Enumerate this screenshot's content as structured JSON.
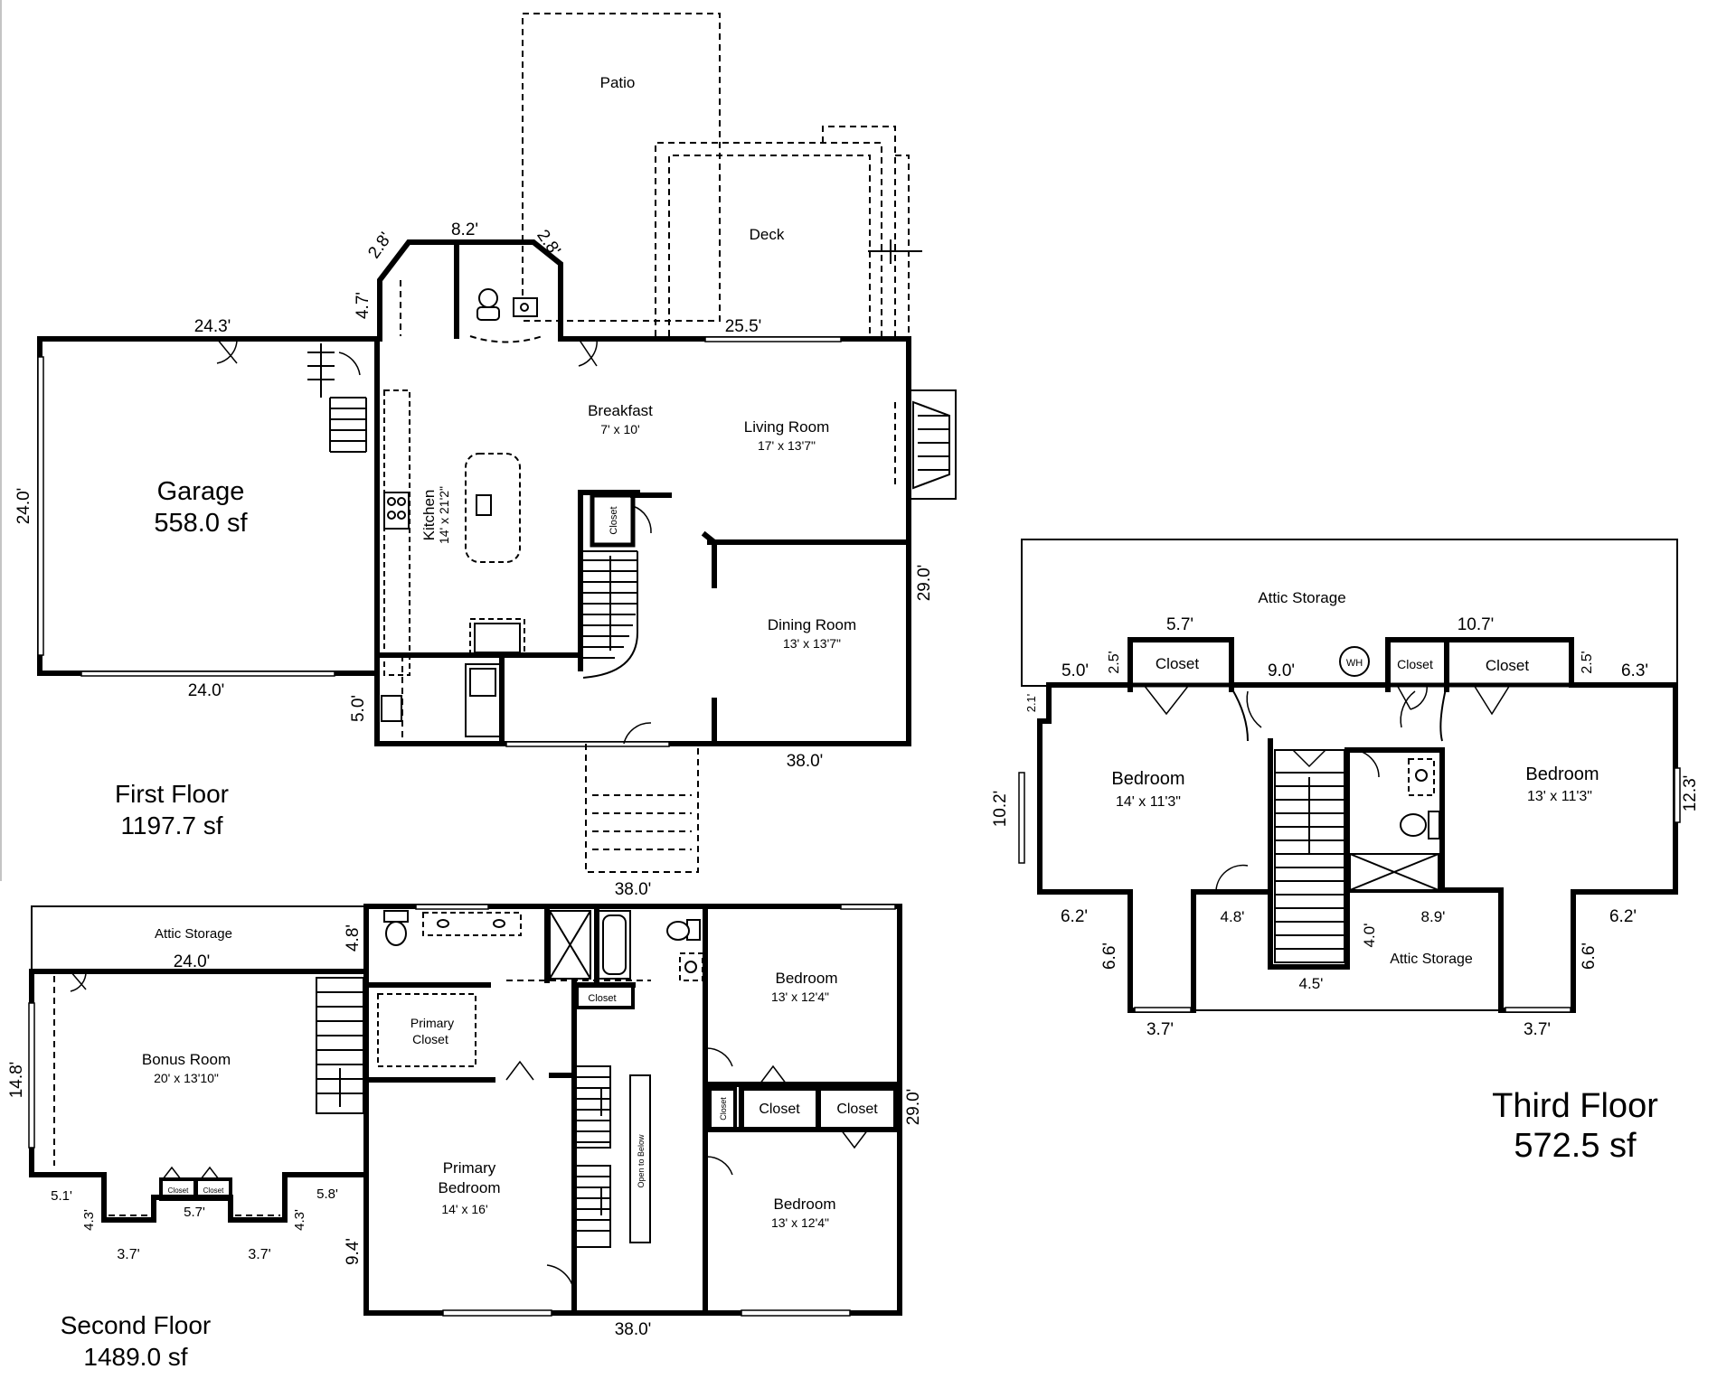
{
  "first_floor": {
    "title": "First Floor",
    "area": "1197.7 sf",
    "rooms": {
      "patio": "Patio",
      "deck": "Deck",
      "garage_name": "Garage",
      "garage_area": "558.0 sf",
      "breakfast_name": "Breakfast",
      "breakfast_size": "7' x 10'",
      "living_name": "Living Room",
      "living_size": "17' x 13'7\"",
      "kitchen_name": "Kitchen",
      "kitchen_size": "14' x 21'2\"",
      "closet": "Closet",
      "dining_name": "Dining Room",
      "dining_size": "13' x 13'7\""
    },
    "dims": {
      "bay_angle_left": "2.8'",
      "bay_top": "8.2'",
      "bay_angle_right": "2.8'",
      "bay_side": "4.7'",
      "garage_top": "24.3'",
      "living_top": "25.5'",
      "garage_left": "24.0'",
      "garage_bottom": "24.0'",
      "right_side": "29.0'",
      "mud_left": "5.0'",
      "bottom_right": "38.0'",
      "stoop_bottom": "38.0'"
    }
  },
  "second_floor": {
    "title": "Second Floor",
    "area": "1489.0 sf",
    "rooms": {
      "attic": "Attic Storage",
      "bonus_name": "Bonus Room",
      "bonus_size": "20' x 13'10\"",
      "closet": "Closet",
      "primary_closet_line1": "Primary",
      "primary_closet_line2": "Closet",
      "primary_bed_line1": "Primary",
      "primary_bed_line2": "Bedroom",
      "primary_bed_size": "14' x 16'",
      "bedroom_name": "Bedroom",
      "bedroom1_size": "13' x 12'4\"",
      "bedroom2_size": "13' x 12'4\"",
      "open_to_below": "Open to Below"
    },
    "dims": {
      "attic_bottom": "24.0'",
      "attic_right": "4.8'",
      "bonus_left": "14.8'",
      "left_step": "5.1'",
      "left_step_h": "4.3'",
      "left_dormer": "3.7'",
      "mid_width": "5.7'",
      "right_step_h": "4.3'",
      "right_dormer": "3.7'",
      "right_step": "5.8'",
      "primary_left": "9.4'",
      "bottom": "38.0'",
      "right_side": "29.0'"
    }
  },
  "third_floor": {
    "title": "Third Floor",
    "area": "572.5 sf",
    "rooms": {
      "attic_top": "Attic Storage",
      "attic_bottom": "Attic Storage",
      "closet": "Closet",
      "water_heater": "WH",
      "bedroom_left_name": "Bedroom",
      "bedroom_left_size": "14' x 11'3\"",
      "bedroom_right_name": "Bedroom",
      "bedroom_right_size": "13' x 11'3\""
    },
    "dims": {
      "closet_left_top": "5.7'",
      "closets_right_top": "10.7'",
      "step_left": "2.5'",
      "step_right": "2.5'",
      "left_top": "5.0'",
      "hall_top": "9.0'",
      "right_top": "6.3'",
      "left_notch": "2.1'",
      "left_side": "10.2'",
      "right_side": "12.3'",
      "left_lower": "6.2'",
      "right_lower": "6.2'",
      "left_dormer_h": "6.6'",
      "right_dormer_h": "6.6'",
      "left_dormer_w": "3.7'",
      "right_dormer_w": "3.7'",
      "left_attic_in": "4.8'",
      "stair_bottom": "4.5'",
      "stair_side": "4.0'",
      "bath_bottom": "8.9'"
    }
  }
}
